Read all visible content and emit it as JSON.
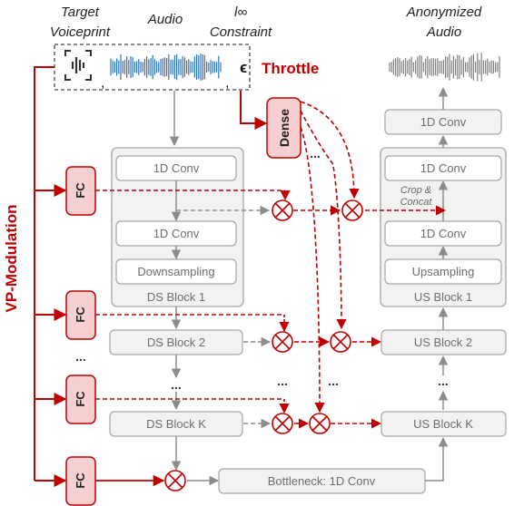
{
  "header": {
    "target_line1": "Target",
    "target_line2": "Voiceprint",
    "audio": "Audio",
    "constraint_symbol": "l∞",
    "constraint_word": "Constraint",
    "anonymized_line1": "Anonymized",
    "anonymized_line2": "Audio"
  },
  "inputs": {
    "epsilon": "ϵ",
    "comma": ","
  },
  "labels": {
    "throttle": "Throttle",
    "vp_modulation": "VP-Modulation",
    "dense": "Dense",
    "fc": "FC",
    "crop_concat_1": "Crop &",
    "crop_concat_2": "Concat",
    "ellipsis": "..."
  },
  "ds_block1": {
    "conv1": "1D Conv",
    "conv2": "1D Conv",
    "downsampling": "Downsampling",
    "name": "DS Block 1"
  },
  "us_block1": {
    "conv1": "1D Conv",
    "conv2": "1D Conv",
    "upsampling": "Upsampling",
    "name": "US Block 1"
  },
  "top_conv": "1D Conv",
  "ds_block2": "DS Block 2",
  "ds_blockk": "DS Block K",
  "us_block2": "US Block 2",
  "us_blockk": "US Block K",
  "bottleneck": "Bottleneck: 1D Conv",
  "colors": {
    "accent_red": "#c00000",
    "fc_fill": "#f6d0d0",
    "gray_box": "#f2f2f2",
    "gray_border": "#a6a6a6",
    "waveform_blue": "#2e75b6",
    "waveform_gray": "#808080"
  }
}
